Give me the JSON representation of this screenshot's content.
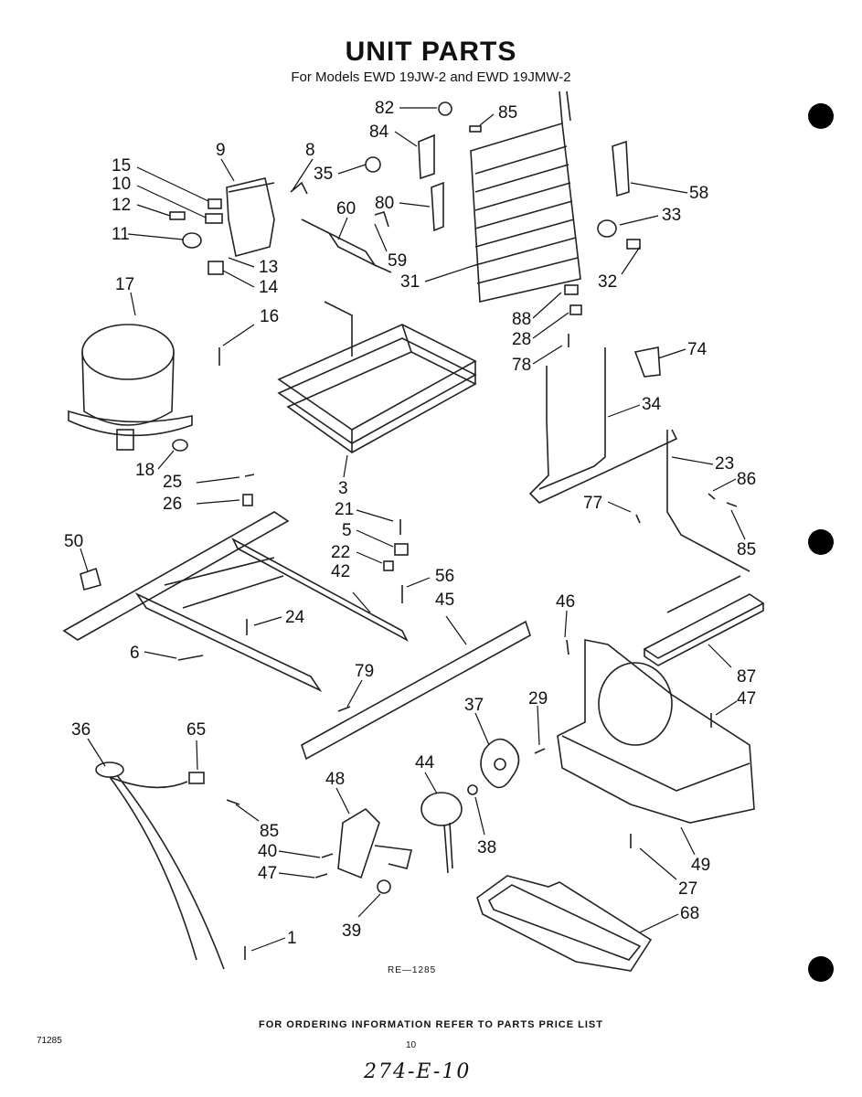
{
  "header": {
    "title": "UNIT PARTS",
    "subtitle": "For Models EWD 19JW-2 and EWD 19JMW-2"
  },
  "diagram": {
    "callouts": [
      "82",
      "85",
      "84",
      "8",
      "9",
      "15",
      "10",
      "35",
      "80",
      "12",
      "60",
      "58",
      "33",
      "11",
      "59",
      "31",
      "32",
      "13",
      "14",
      "17",
      "88",
      "28",
      "74",
      "16",
      "78",
      "34",
      "23",
      "18",
      "25",
      "86",
      "26",
      "77",
      "21",
      "5",
      "50",
      "85",
      "22",
      "56",
      "42",
      "46",
      "45",
      "24",
      "87",
      "79",
      "6",
      "47",
      "37",
      "29",
      "36",
      "65",
      "44",
      "48",
      "38",
      "85",
      "49",
      "40",
      "47",
      "27",
      "68",
      "39",
      "1",
      "3"
    ],
    "drawing_ref": "RE—1285"
  },
  "footer": {
    "note": "FOR ORDERING INFORMATION REFER TO PARTS PRICE LIST",
    "page_code": "71285",
    "page_number": "10",
    "handwritten": "274-E-10"
  },
  "colors": {
    "ink": "#111111",
    "paper": "#ffffff"
  }
}
